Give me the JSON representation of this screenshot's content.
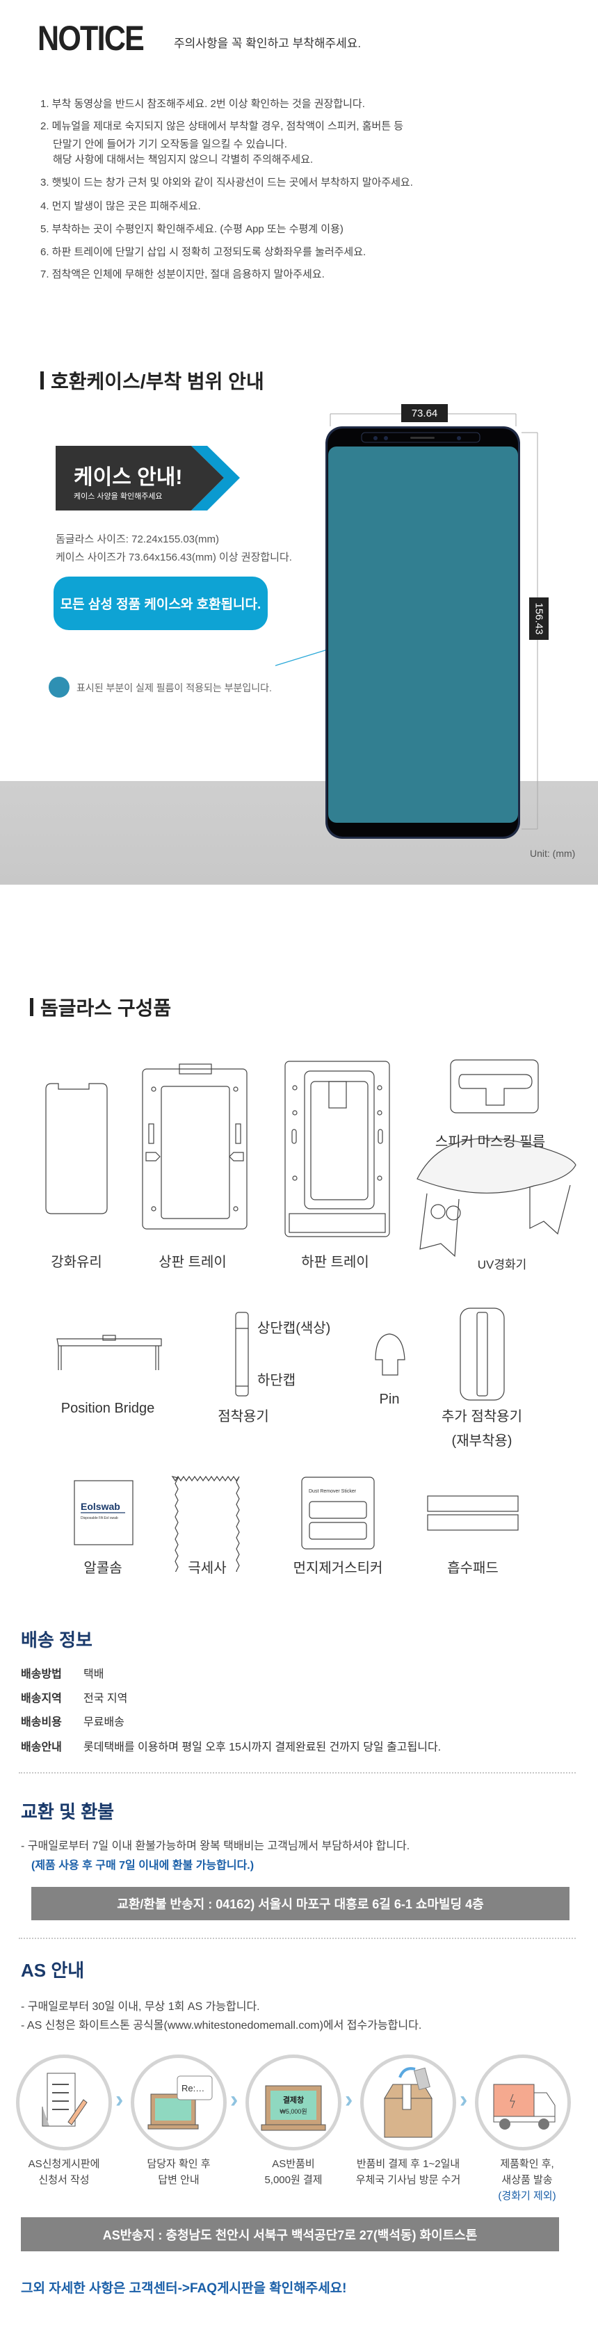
{
  "notice": {
    "title": "NOTICE",
    "subtitle": "주의사항을 꼭 확인하고 부착해주세요.",
    "items": [
      "1. 부착 동영상을 반드시 참조해주세요. 2번 이상 확인하는 것을 권장합니다.",
      "2. 메뉴얼을 제대로 숙지되지 않은 상태에서 부착할 경우, 점착액이 스피커, 홈버튼 등",
      "단말기 안에 들어가 기기 오작동을 일으킬 수 있습니다.",
      "해당 사항에 대해서는 책임지지 않으니 각별히 주의해주세요.",
      "3. 햇빛이 드는 창가 근처 및 야외와 같이 직사광선이 드는 곳에서 부착하지 말아주세요.",
      "4. 먼지 발생이 많은 곳은 피해주세요.",
      "5. 부착하는 곳이 수평인지 확인해주세요. (수평 App 또는 수평계 이용)",
      "6. 하판 트레이에 단말기 삽입 시 정확히 고정되도록 상화좌우를 눌러주세요.",
      "7. 점착액은 인체에 무해한 성분이지만, 절대 음용하지 말아주세요."
    ]
  },
  "compat": {
    "title": "호환케이스/부착 범위 안내",
    "badge_title": "케이스 안내!",
    "badge_subtitle": "케이스 사양을 확인해주세요",
    "size_glass": "돔글라스 사이즈: 72.24x155.03(mm)",
    "size_case": "케이스 사이즈가 73.64x156.43(mm) 이상 권장합니다.",
    "compat_button": "모든 삼성 정품 케이스와 호환됩니다.",
    "legend": "표시된 부분이 실제 필름이 적용되는 부분입니다.",
    "dim_width": "73.64",
    "dim_height": "156.43",
    "unit": "Unit: (mm)"
  },
  "components": {
    "title": "돔글라스 구성품",
    "glass": "강화유리",
    "upper_tray": "상판 트레이",
    "lower_tray": "하판 트레이",
    "speaker_film": "스피커 마스킹 필름",
    "uv_lamp": "UV경화기",
    "bridge": "Position Bridge",
    "top_cap": "상단캡(색상)",
    "bottom_cap": "하단캡",
    "applicator": "점착용기",
    "pin": "Pin",
    "extra_applicator": "추가 점착용기",
    "extra_applicator_note": "(재부착용)",
    "alcohol_swab": "알콜솜",
    "swab_brand": "Eolswab",
    "swab_sub": "Disposable FA Eol swab",
    "microfiber": "극세사",
    "dust_sticker": "먼지제거스티커",
    "dust_sticker_print": "Dust Remover Sticker",
    "absorb_pad": "흡수패드"
  },
  "shipping": {
    "title": "배송 정보",
    "rows": [
      {
        "label": "배송방법",
        "value": "택배"
      },
      {
        "label": "배송지역",
        "value": "전국 지역"
      },
      {
        "label": "배송비용",
        "value": "무료배송"
      },
      {
        "label": "배송안내",
        "value": "롯데택배를 이용하며 평일 오후 15시까지 결제완료된 건까지 당일 출고됩니다."
      }
    ]
  },
  "refund": {
    "title": "교환 및 환불",
    "text": "- 구매일로부터 7일 이내 환불가능하며 왕복 택배비는 고객님께서 부담하셔야 합니다.",
    "note": "(제품 사용 후 구매 7일 이내에 환불 가능합니다.)",
    "address": "교환/환불 반송지 : 04162) 서울시 마포구 대흥로 6길 6-1 쇼마빌딩 4층"
  },
  "as": {
    "title": "AS 안내",
    "lines": [
      "- 구매일로부터 30일 이내, 무상 1회 AS 가능합니다.",
      "- AS 신청은 화이트스톤 공식몰(www.whitestonedomemall.com)에서 접수가능합니다."
    ],
    "screen_reply": "Re:…",
    "screen_pay": "결제창",
    "screen_amount": "₩5,000원",
    "steps": [
      {
        "line1": "AS신청게시판에",
        "line2": "신청서 작성"
      },
      {
        "line1": "담당자 확인 후",
        "line2": "답변 안내"
      },
      {
        "line1": "AS반품비",
        "line2": "5,000원 결제"
      },
      {
        "line1": "반품비 결제 후 1~2일내",
        "line2": "우체국 기사님 방문 수거"
      },
      {
        "line1": "제품확인 후,",
        "line2": "새상품 발송",
        "note": "(경화기 제외)"
      }
    ],
    "address": "AS반송지 : 충청남도 천안시 서북구 백석공단7로 27(백석동) 화이트스톤",
    "footer": "그외 자세한 사항은 고객센터->FAQ게시판을 확인해주세요!"
  },
  "colors": {
    "navy": "#1a3a6b",
    "accent_blue": "#0ea3d4",
    "screen_teal": "#327f91",
    "gray_box": "#838383",
    "link_blue": "#1a5fa8"
  }
}
